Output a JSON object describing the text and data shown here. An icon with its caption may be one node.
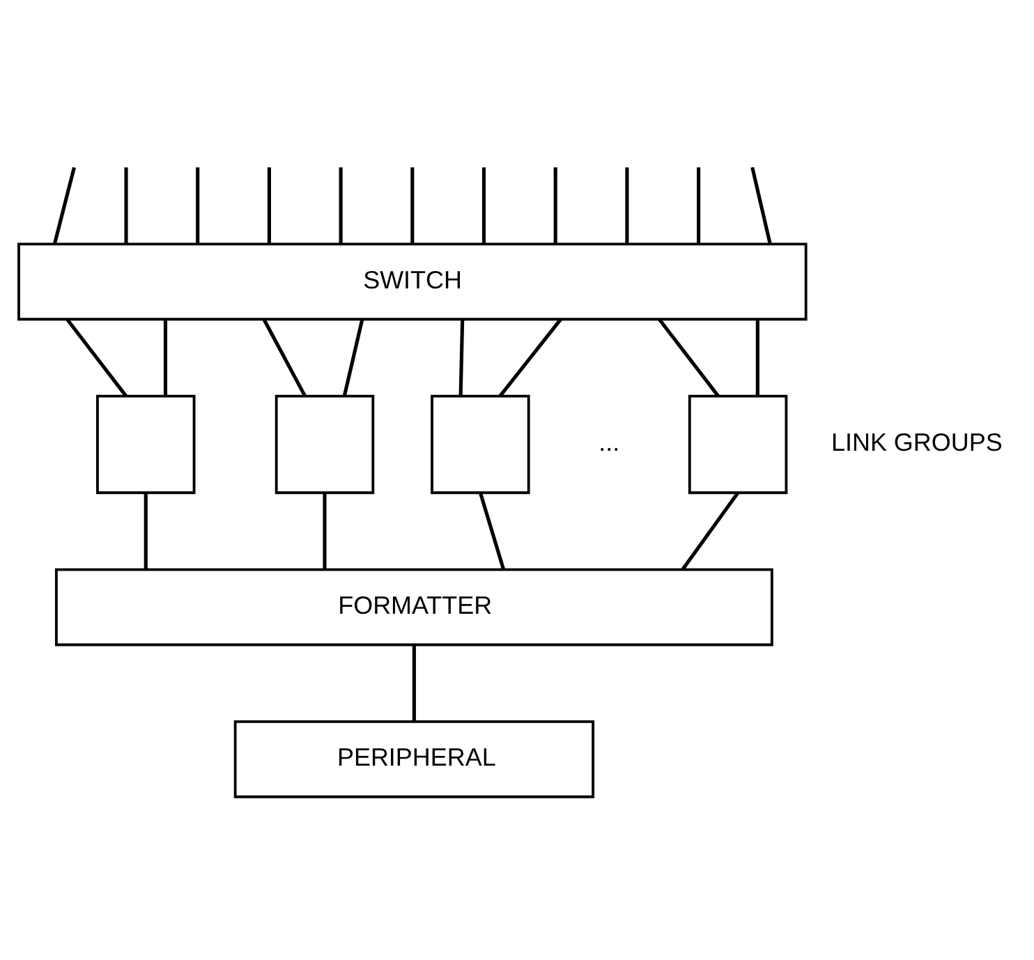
{
  "diagram": {
    "nodes": [
      {
        "text": [
          "SWITCH"
        ]
      },
      {
        "text": [],
        "shape": "box"
      },
      {
        "text": [],
        "shape": "box"
      },
      {
        "text": [],
        "shape": "box"
      },
      {
        "text": [],
        "shape": "box"
      },
      {
        "text": [
          "FORMATTER"
        ]
      },
      {
        "text": [
          "PERIPHERAL"
        ]
      }
    ],
    "edges": [
      {
        "from": null,
        "to": 0,
        "arrow": "none"
      },
      {
        "from": null,
        "to": 0,
        "arrow": "none"
      },
      {
        "from": null,
        "to": 0,
        "arrow": "none"
      },
      {
        "from": null,
        "to": 0,
        "arrow": "none"
      },
      {
        "from": null,
        "to": 0,
        "arrow": "none"
      },
      {
        "from": null,
        "to": 0,
        "arrow": "none"
      },
      {
        "from": null,
        "to": 0,
        "arrow": "none"
      },
      {
        "from": null,
        "to": 0,
        "arrow": "none"
      },
      {
        "from": null,
        "to": 0,
        "arrow": "none"
      },
      {
        "from": null,
        "to": 0,
        "arrow": "none"
      },
      {
        "from": null,
        "to": 0,
        "arrow": "none"
      },
      {
        "from": 0,
        "to": 1,
        "arrow": "none"
      },
      {
        "from": 0,
        "to": 1,
        "arrow": "none"
      },
      {
        "from": 0,
        "to": 2,
        "arrow": "none"
      },
      {
        "from": 0,
        "to": 2,
        "arrow": "none"
      },
      {
        "from": 0,
        "to": 3,
        "arrow": "none"
      },
      {
        "from": 0,
        "to": 3,
        "arrow": "none"
      },
      {
        "from": 0,
        "to": 4,
        "arrow": "none"
      },
      {
        "from": 0,
        "to": 4,
        "arrow": "none"
      },
      {
        "from": 1,
        "to": 5,
        "arrow": "none"
      },
      {
        "from": 2,
        "to": 5,
        "arrow": "none"
      },
      {
        "from": 3,
        "to": 5,
        "arrow": "none"
      },
      {
        "from": 4,
        "to": 5,
        "arrow": "none"
      },
      {
        "from": 5,
        "to": 6,
        "arrow": "none"
      }
    ],
    "labels": [
      "...",
      "LINK GROUPS"
    ]
  }
}
